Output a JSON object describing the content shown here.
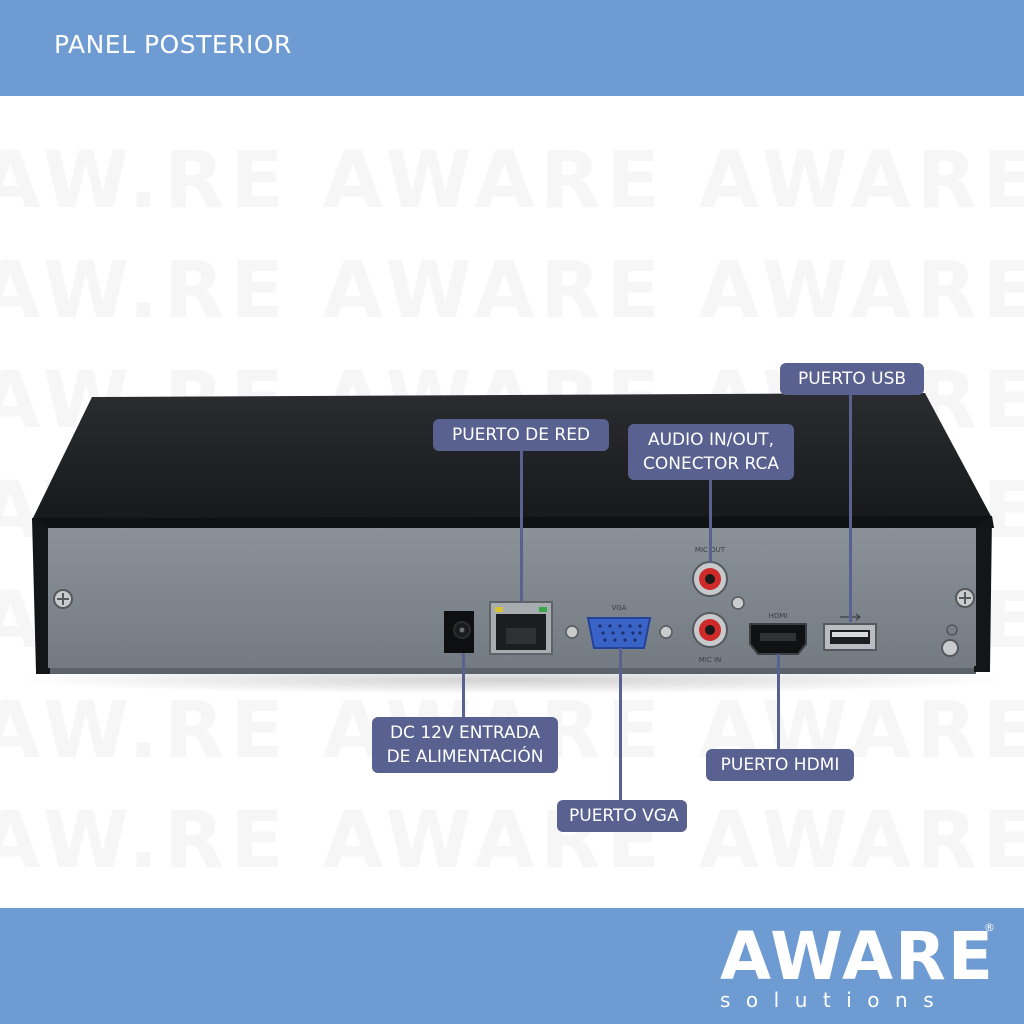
{
  "header": {
    "title": "PANEL POSTERIOR"
  },
  "watermark": {
    "text": "AW.RE AWARE AWARE AWARE AWARE"
  },
  "device": {
    "port_labels": {
      "vga": "VGA",
      "hdmi": "HDMI",
      "mic_out": "MIC OUT",
      "mic_in": "MIC IN"
    }
  },
  "callouts": {
    "network": "PUERTO DE RED",
    "audio_line1": "AUDIO IN/OUT,",
    "audio_line2": "CONECTOR RCA",
    "usb": "PUERTO USB",
    "dc_line1": "DC 12V ENTRADA",
    "dc_line2": "DE ALIMENTACIÓN",
    "vga": "PUERTO VGA",
    "hdmi": "PUERTO HDMI"
  },
  "footer": {
    "logo_word": "AWARE",
    "logo_reg": "®",
    "logo_sub": "solutions"
  },
  "colors": {
    "brand_blue": "#6e9bd2",
    "callout_bg": "#58618f",
    "device_top": "#1f2124",
    "device_panel": "#7f868e"
  }
}
